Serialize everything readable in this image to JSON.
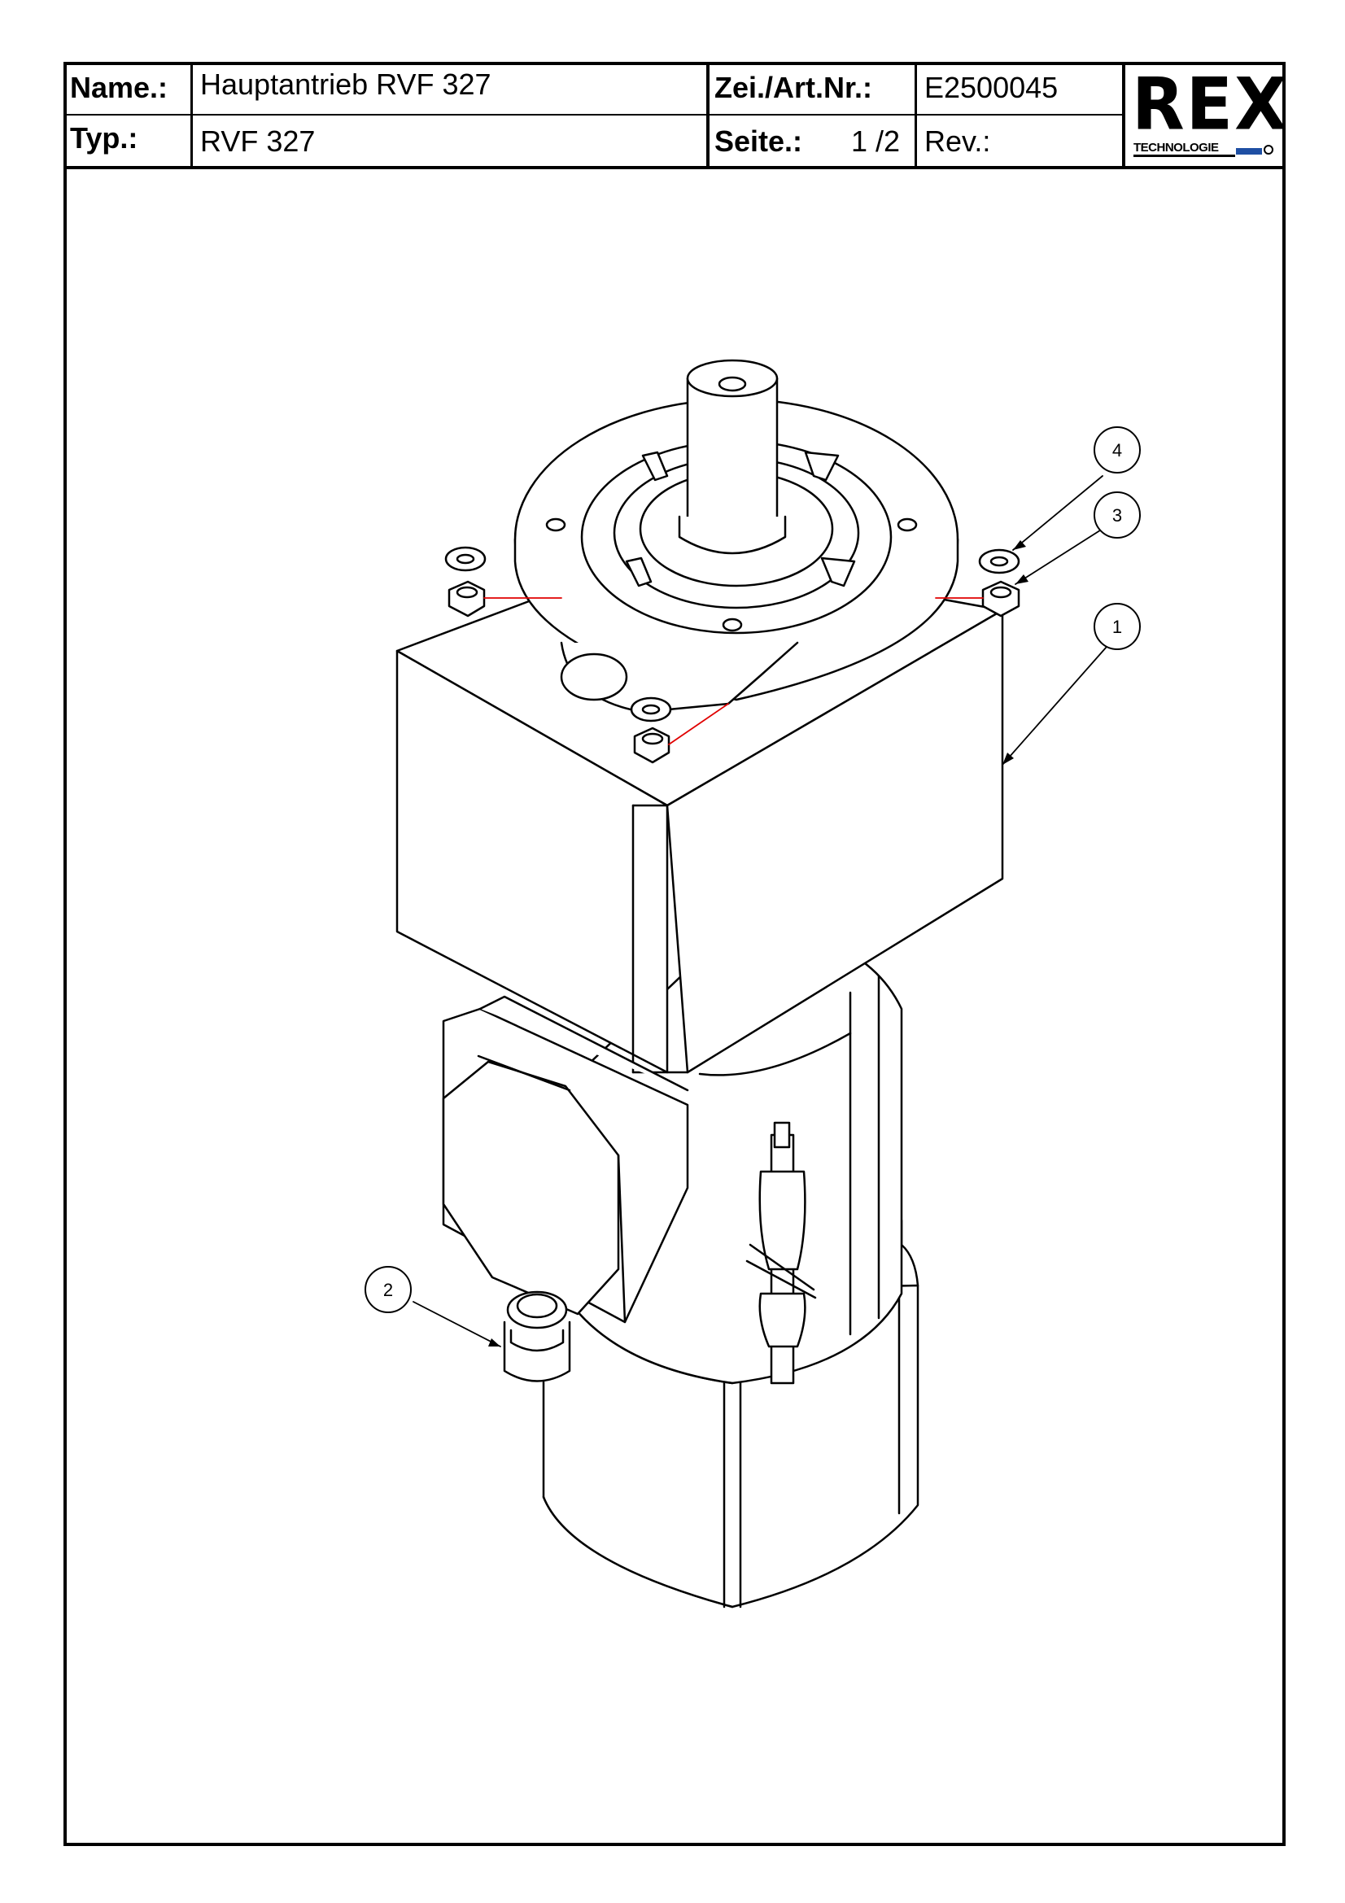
{
  "title_block": {
    "name_label": "Name.:",
    "name_value": "Hauptantrieb RVF 327",
    "type_label": "Typ.:",
    "type_value": "RVF 327",
    "drawing_no_label": "Zei./Art.Nr.:",
    "drawing_no_value": "E2500045",
    "page_label": "Seite.:",
    "page_value": "1 /2",
    "rev_label": "Rev.:",
    "rev_value": ""
  },
  "logo": {
    "brand": "REX",
    "subtitle": "TECHNOLOGIE"
  },
  "callouts": [
    {
      "number": "1"
    },
    {
      "number": "2"
    },
    {
      "number": "3"
    },
    {
      "number": "4"
    }
  ],
  "colors": {
    "line": "#000000",
    "accent_red": "#e00000",
    "logo_blue": "#1e4fa3"
  }
}
